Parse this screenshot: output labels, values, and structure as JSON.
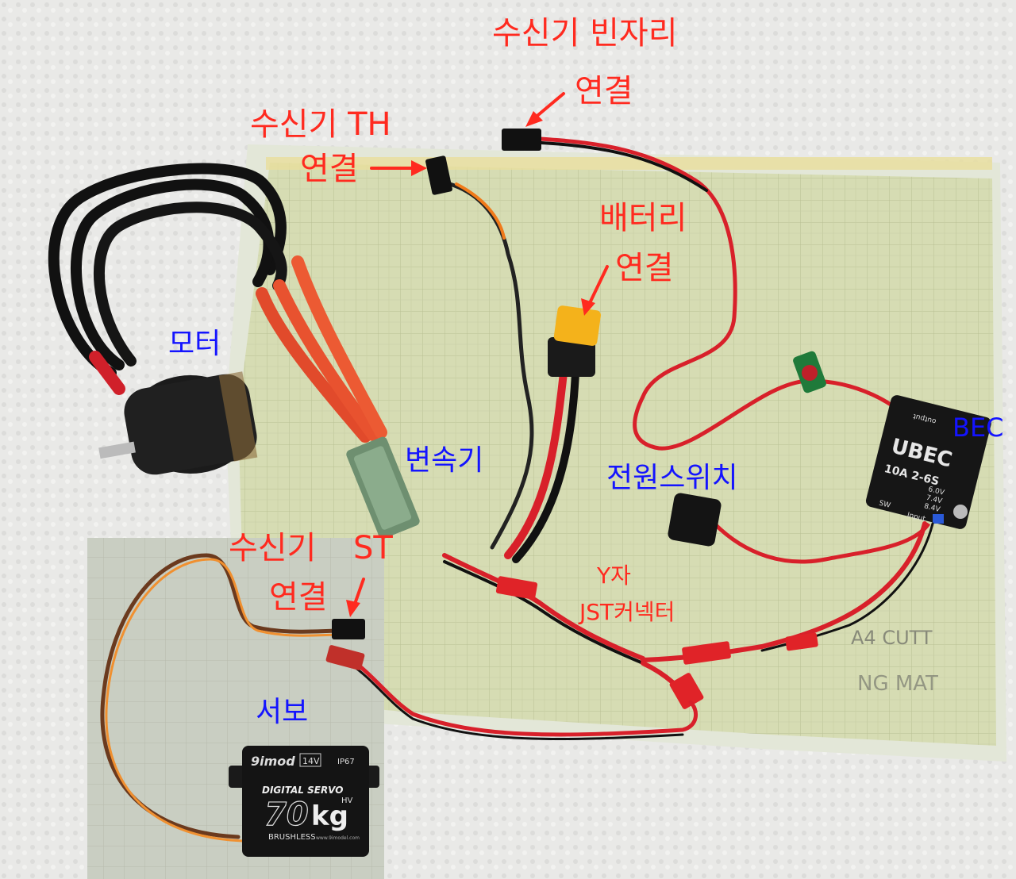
{
  "labels": {
    "rx_aux_line1": "수신기 빈자리",
    "rx_aux_line2": "연결",
    "rx_th_line1": "수신기 TH",
    "rx_th_line2": "연결",
    "battery_line1": "배터리",
    "battery_line2": "연결",
    "motor": "모터",
    "esc": "변속기",
    "bec": "BEC",
    "power_switch": "전원스위치",
    "rx_st_line1": "수신기",
    "rx_st_st": "ST",
    "rx_st_line2": "연결",
    "y_jst_line1": "Y자",
    "y_jst_line2": "JST커넥터",
    "servo": "서보"
  },
  "device_markings": {
    "ubec_brand": "UBEC",
    "ubec_spec": "10A 2-6S",
    "ubec_v1": "6.0V",
    "ubec_v2": "7.4V",
    "ubec_v3": "8.4V",
    "ubec_input": "Input",
    "ubec_sw": "SW",
    "ubec_top": "output",
    "servo_brand": "9imod",
    "servo_volt": "14V",
    "servo_ip": "IP67",
    "servo_line1": "DIGITAL SERVO",
    "servo_big": "70",
    "servo_kg": "kg",
    "servo_hv": "HV",
    "servo_brushless": "BRUSHLESS",
    "servo_url": "www.9imodel.com",
    "mat_a4": "A4",
    "mat_cutt": "CUTT",
    "mat_gmat": "NG MAT"
  },
  "colors": {
    "label_red": "#ff2a1f",
    "label_blue": "#1414ff",
    "wire_red": "#d8202a",
    "wire_black": "#111111",
    "mat_green": "#d7ddb4",
    "xt_yellow": "#f4b21b"
  }
}
